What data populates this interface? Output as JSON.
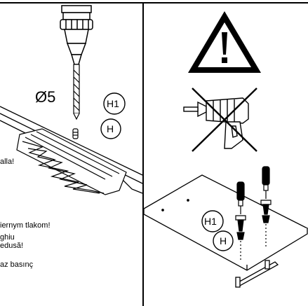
{
  "left_panel": {
    "drill_size": "Ø5",
    "badge_h1": "H1",
    "badge_h": "H",
    "text_fragments": [
      "alla!",
      "iernym tlakom!",
      "ghiu",
      "edusă!",
      "az basınç"
    ]
  },
  "right_panel": {
    "badge_h1": "H1",
    "badge_h": "H",
    "icons": [
      "warning-triangle-icon",
      "no-hammer-drill-icon"
    ]
  }
}
